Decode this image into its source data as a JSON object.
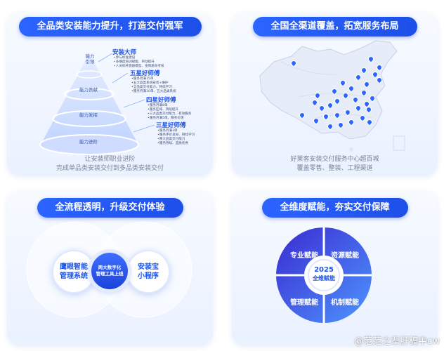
{
  "panel1": {
    "title": "全品类安装能力提升，打造交付强军",
    "pyramid_levels": [
      "能力\n引领",
      "能力贡献",
      "能力发挥",
      "能力进阶"
    ],
    "tiers": [
      {
        "name": "安装大师",
        "bullets": [
          "参与标准建设",
          "多维度培训赋能、带动提升",
          "人员标杆激励模型、金牌质效考核"
        ]
      },
      {
        "name": "五星好师傅",
        "bullets": [
          "服务月满15单",
          "五大品类系统安装+维护",
          "全品类交付能力、持续学习",
          "服务月满10单、五大品类系统"
        ]
      },
      {
        "name": "四星好师傅",
        "bullets": [
          "服务月满8单",
          "服务区域、持续提升",
          "三大品类交付能力、有效服务",
          "服务月满5单、服务价值"
        ]
      },
      {
        "name": "三星好师傅",
        "bullets": [
          "服务月满3单",
          "服务评价良好、持续学习",
          "两大品类交付能力",
          "服务持续、品质优秀"
        ]
      }
    ],
    "caption_line1": "让安装师职业进阶",
    "caption_line2": "完成单品类安装交付到多品类安装交付"
  },
  "panel2": {
    "title": "全国全渠道覆盖，拓宽服务布局",
    "caption_line1": "好莱客安装交付服务中心超百城",
    "caption_line2": "覆盖零售、整装、工程渠道"
  },
  "panel3": {
    "title": "全流程透明，升级交付体验",
    "left_circle": "鹰眼智能\n管理系统",
    "center_circle": "两大数字化\n管理工具上线",
    "right_circle": "安装宝\n小程序"
  },
  "panel4": {
    "title": "全维度赋能，夯实交付保障",
    "quadrants": [
      "专业赋能",
      "资源赋能",
      "管理赋能",
      "机制赋能"
    ],
    "center_year": "2025",
    "center_label": "全维赋能"
  },
  "watermark": "@范范之辈肝稿中cw",
  "colors": {
    "accent": "#1f55e6",
    "panel_bg": "#eef3ff",
    "ring_dark": "#3b2fc9",
    "ring_light": "#4a8cff"
  }
}
